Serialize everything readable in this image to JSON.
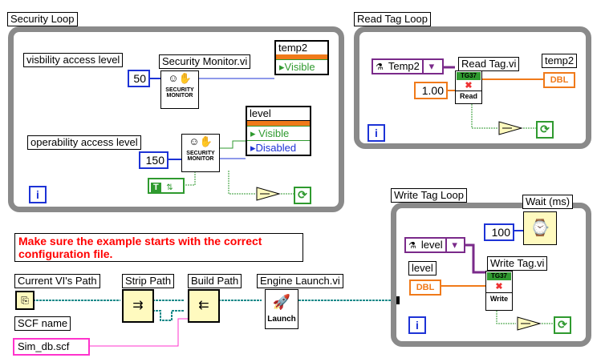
{
  "security_loop": {
    "title": "Security Loop",
    "visibility_label": "visbility access level",
    "visibility_value": "50",
    "monitor_label": "Security Monitor.vi",
    "monitor_icon_text": "SECURITY MONITOR",
    "temp2_indicator_label": "temp2",
    "temp2_visible": "Visible",
    "operability_label": "operability access level",
    "operability_value": "150",
    "level_indicator_label": "level",
    "level_visible": "Visible",
    "level_disabled": "Disabled",
    "bool_const": "T"
  },
  "read_loop": {
    "title": "Read Tag Loop",
    "tag_name": "Temp2",
    "timeout": "1.00",
    "vi_label": "Read Tag.vi",
    "tag_badge": "TG37",
    "icon_text": "Read",
    "indicator_label": "temp2",
    "indicator_type": "DBL"
  },
  "write_loop": {
    "title": "Write Tag Loop",
    "wait_label": "Wait (ms)",
    "wait_value": "100",
    "tag_name": "level",
    "level_label": "level",
    "level_type": "DBL",
    "vi_label": "Write Tag.vi",
    "tag_badge": "TG37",
    "icon_text": "Write"
  },
  "setup": {
    "note": "Make sure the example starts with the correct configuration file.",
    "current_vi_path": "Current VI's Path",
    "strip_path": "Strip Path",
    "build_path": "Build Path",
    "engine_launch": "Engine Launch.vi",
    "launch_icon_text": "Launch",
    "scf_name_label": "SCF name",
    "scf_name_value": "Sim_db.scf"
  },
  "loop_iteration_glyph": "i",
  "stop_glyph": "⟳",
  "colors": {
    "numeric_blue": "#1d33d6",
    "dbl_orange": "#f07a1a",
    "boolean_green": "#2f9a2f",
    "path_teal": "#1a8a8a",
    "string_pink": "#ff33cc",
    "tag_purple": "#7a2a8a",
    "loop_gray": "#8a8a8a"
  }
}
